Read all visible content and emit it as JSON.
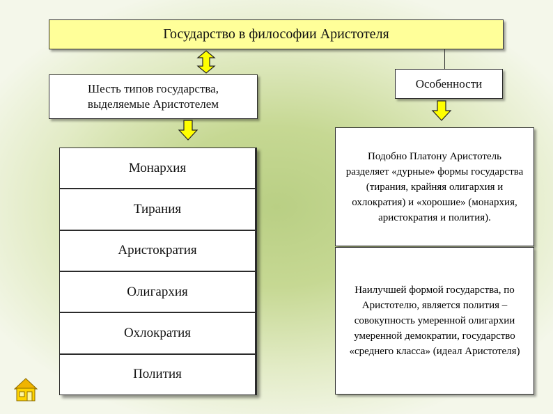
{
  "title": "Государство в философии Аристотеля",
  "left": {
    "heading": [
      "Шесть типов государства,",
      "выделяемые Аристотелем"
    ],
    "items": [
      "Монархия",
      "Тирания",
      "Аристократия",
      "Олигархия",
      "Охлократия",
      "Полития"
    ]
  },
  "right": {
    "heading": "Особенности",
    "paragraph1": "Подобно Платону Аристотель разделяет «дурные» формы государства (тирания, крайняя олигархия и охлократия) и «хорошие» (монархия, аристократия и полития).",
    "paragraph2": "Наилучшей формой государства, по Аристотелю, является полития – совокупность умеренной олигархии умеренной демократии, государство «среднего класса» (идеал Аристотеля)"
  },
  "colors": {
    "title_fill": "#ffff99",
    "arrow_fill": "#ffff00",
    "background": "#c6d893"
  },
  "icons": {
    "home": "home-icon"
  }
}
